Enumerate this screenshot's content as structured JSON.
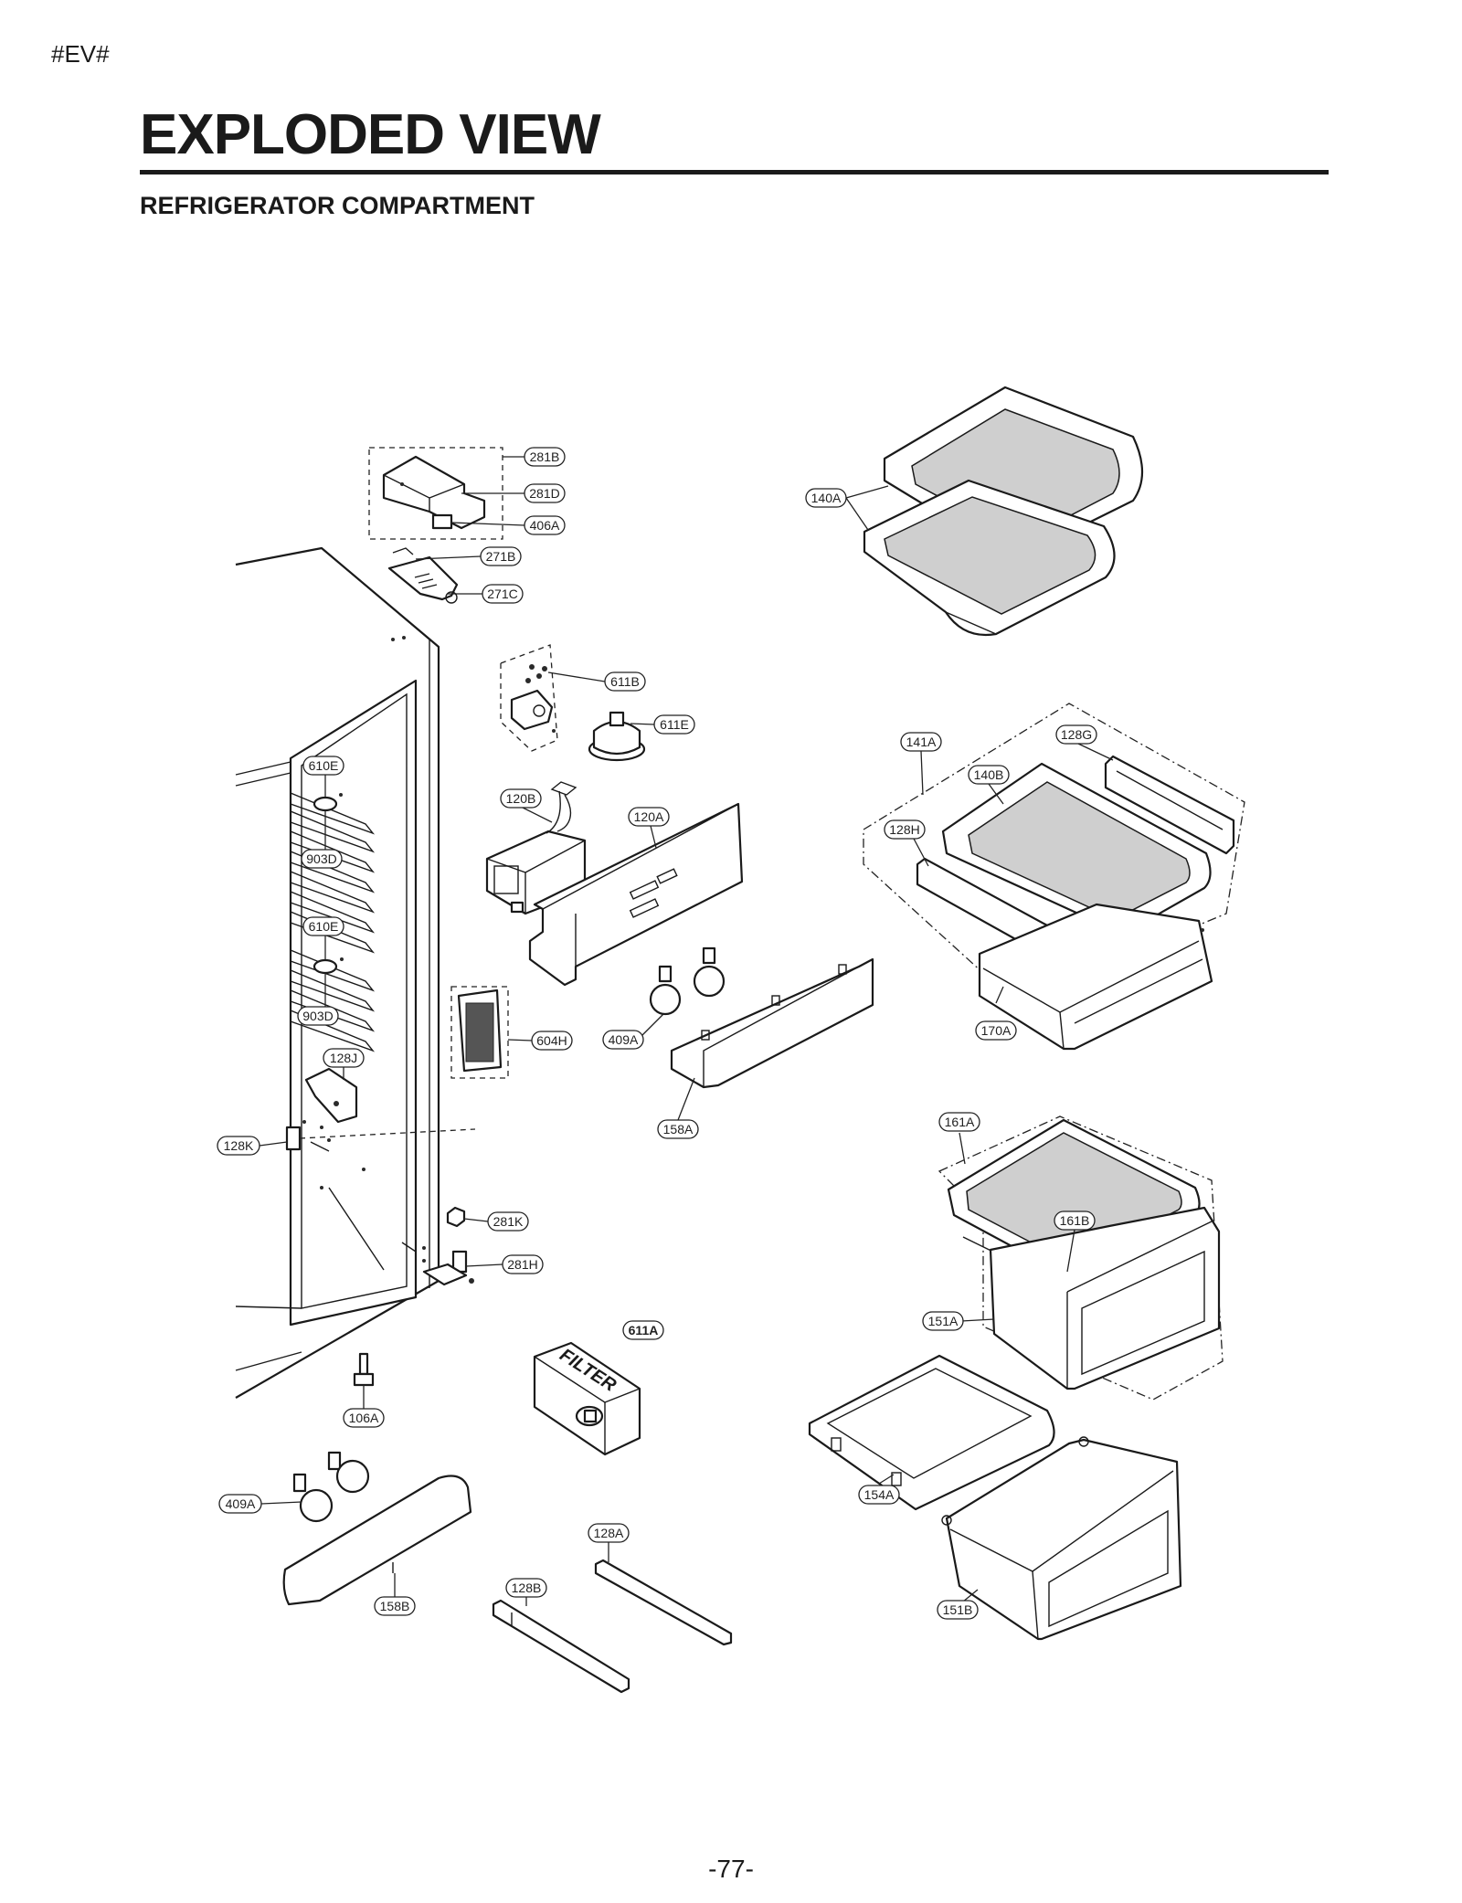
{
  "header": {
    "tag": "#EV#",
    "title": "EXPLODED VIEW",
    "subtitle": "REFRIGERATOR COMPARTMENT"
  },
  "footer": {
    "page": "-77-"
  },
  "labels": {
    "l281B": "281B",
    "l281D": "281D",
    "l406A": "406A",
    "l271B": "271B",
    "l271C": "271C",
    "l611B": "611B",
    "l611E": "611E",
    "l120B": "120B",
    "l120A": "120A",
    "l610E_1": "610E",
    "l903D_1": "903D",
    "l610E_2": "610E",
    "l903D_2": "903D",
    "l604H": "604H",
    "l409A_1": "409A",
    "l158A": "158A",
    "l128J": "128J",
    "l128K": "128K",
    "l281K": "281K",
    "l281H": "281H",
    "l611A": "611A",
    "filter_text": "FILTER",
    "l106A": "106A",
    "l409A_2": "409A",
    "l158B": "158B",
    "l128A": "128A",
    "l128B": "128B",
    "l140A": "140A",
    "l141A": "141A",
    "l128G": "128G",
    "l140B": "140B",
    "l128H": "128H",
    "l170A": "170A",
    "l161A": "161A",
    "l161B": "161B",
    "l151A": "151A",
    "l154A": "154A",
    "l151B": "151B"
  }
}
